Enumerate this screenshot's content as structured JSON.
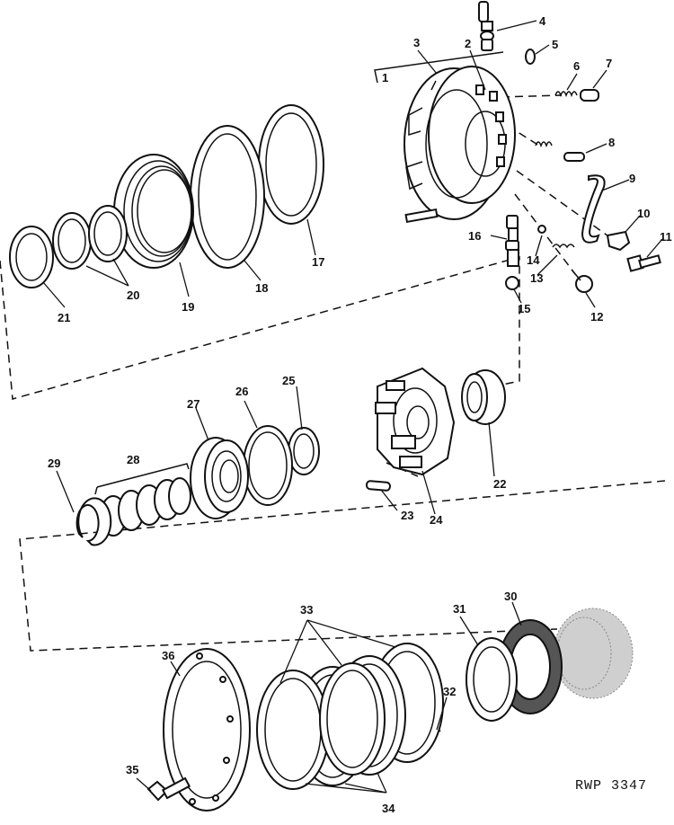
{
  "figure": {
    "reference": "RWP 3347",
    "callouts": {
      "c1": "1",
      "c2": "2",
      "c3": "3",
      "c4": "4",
      "c5": "5",
      "c6": "6",
      "c7": "7",
      "c8": "8",
      "c9": "9",
      "c10": "10",
      "c11": "11",
      "c12": "12",
      "c13": "13",
      "c14": "14",
      "c15": "15",
      "c16": "16",
      "c17": "17",
      "c18": "18",
      "c19": "19",
      "c20": "20",
      "c21": "21",
      "c22": "22",
      "c23": "23",
      "c24": "24",
      "c25": "25",
      "c26": "26",
      "c27": "27",
      "c28": "28",
      "c29": "29",
      "c30": "30",
      "c31": "31",
      "c32": "32",
      "c33": "33",
      "c34": "34",
      "c35": "35",
      "c36": "36"
    }
  },
  "colors": {
    "ink": "#111111",
    "paper": "#ffffff"
  }
}
